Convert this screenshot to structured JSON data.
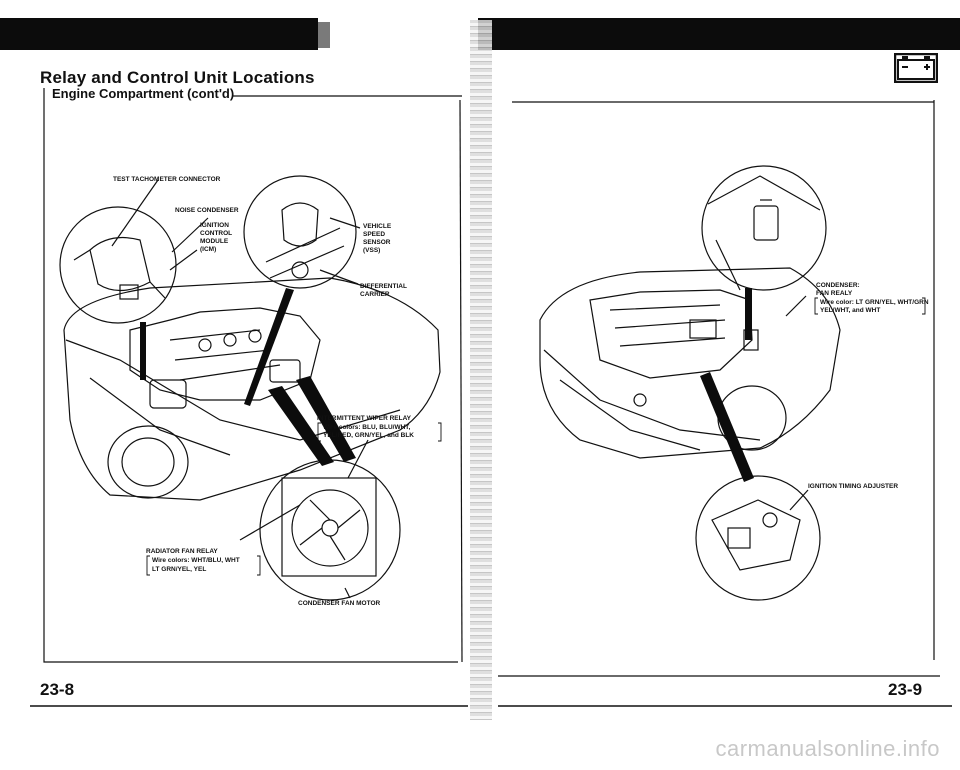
{
  "left_page": {
    "title": "Relay and Control Unit Locations",
    "subtitle": "Engine Compartment (cont'd)",
    "page_number": "23-8",
    "labels": {
      "tach_connector": "TEST TACHOMETER CONNECTOR",
      "noise_condenser": "NOISE CONDENSER",
      "icm_1": "IGNITION",
      "icm_2": "CONTROL",
      "icm_3": "MODULE",
      "icm_4": "(ICM)",
      "vss_1": "VEHICLE",
      "vss_2": "SPEED",
      "vss_3": "SENSOR",
      "vss_4": "(VSS)",
      "diff_1": "DIFFERENTIAL",
      "diff_2": "CARRIER",
      "wiper_1": "INTERMITTENT WIPER RELAY",
      "wiper_2": "Wire colors: BLU, BLU/WHT,",
      "wiper_3": "YEL/RED, GRN/YEL, and BLK",
      "radiator_1": "RADIATOR FAN RELAY",
      "radiator_2": "Wire colors: WHT/BLU, WHT",
      "radiator_3": "LT GRN/YEL, YEL",
      "fan_motor": "CONDENSER FAN MOTOR"
    }
  },
  "right_page": {
    "page_number": "23-9",
    "labels": {
      "condenser_1": "CONDENSER:",
      "condenser_2": "FAN REALY",
      "condenser_3": "Wire color: LT GRN/YEL, WHT/GRN",
      "condenser_4": "YEL/WHT, and WHT",
      "timing": "IGNITION TIMING ADJUSTER"
    },
    "icon": "battery-icon"
  },
  "watermark": "carmanualsonline.info"
}
